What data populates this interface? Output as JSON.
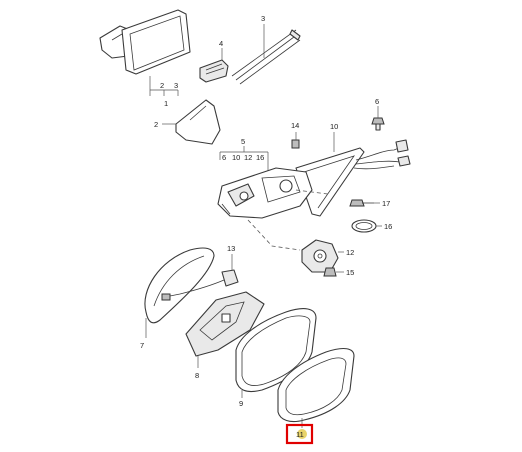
{
  "callouts": {
    "c1": "1",
    "c2a": "2",
    "c3a": "3",
    "c2": "2",
    "c3": "3",
    "c4": "4",
    "c5": "5",
    "c6": "6",
    "c10a": "10",
    "c12a": "12",
    "c16a": "16",
    "c6b": "6",
    "c7": "7",
    "c8": "8",
    "c9": "9",
    "c10": "10",
    "c11": "11",
    "c12": "12",
    "c13": "13",
    "c14": "14",
    "c15": "15",
    "c16": "16",
    "c17": "17"
  },
  "highlight": {
    "part": "11",
    "color": "#e00000"
  }
}
